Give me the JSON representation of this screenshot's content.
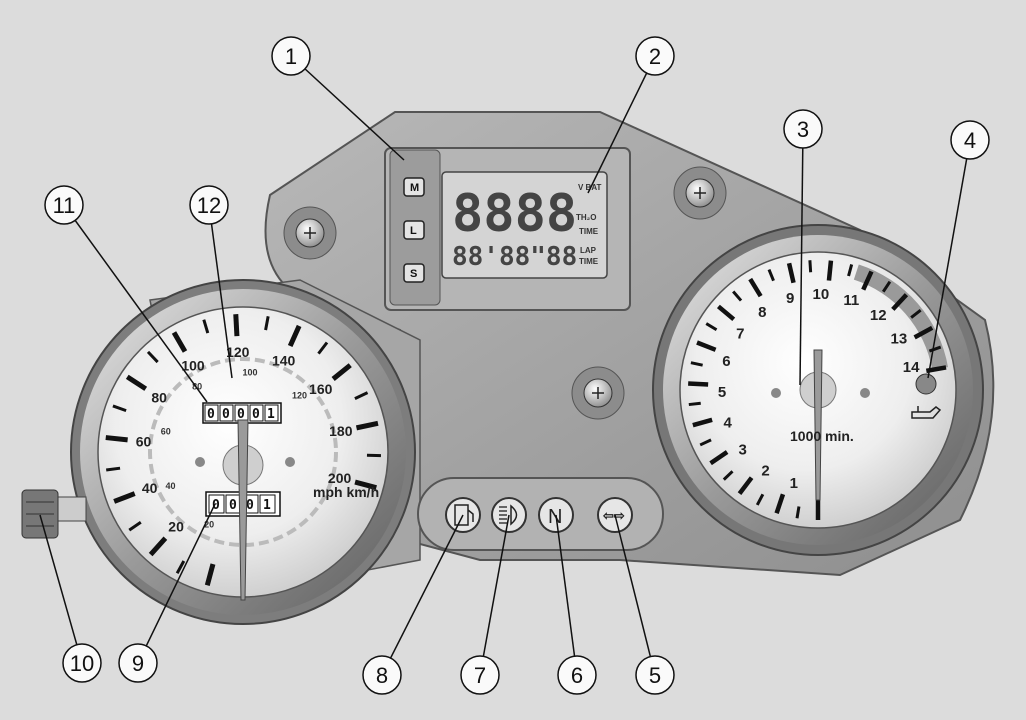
{
  "callouts": [
    "1",
    "2",
    "3",
    "4",
    "5",
    "6",
    "7",
    "8",
    "9",
    "10",
    "11",
    "12"
  ],
  "lcd": {
    "main_digits": "8888",
    "lap_digits": "88'88\"88",
    "labels": [
      "V BAT",
      "TH₂O",
      "TIME",
      "LAP",
      "TIME"
    ],
    "buttons": [
      "M",
      "L",
      "S"
    ]
  },
  "speedometer": {
    "outer_labels": [
      "20",
      "40",
      "60",
      "80",
      "100",
      "120",
      "140",
      "160",
      "180",
      "200"
    ],
    "inner_labels": [
      "20",
      "40",
      "60",
      "80",
      "100",
      "120"
    ],
    "unit": "mph km/h",
    "odometer": [
      "0",
      "0",
      "0",
      "0",
      "1"
    ],
    "tripmeter": [
      "0",
      "0",
      "0",
      "1"
    ]
  },
  "tachometer": {
    "labels": [
      "1",
      "2",
      "3",
      "4",
      "5",
      "6",
      "7",
      "8",
      "9",
      "10",
      "11",
      "12",
      "13",
      "14"
    ],
    "unit": "1000 min."
  },
  "indicators": [
    "fuel-reserve-icon",
    "headlight-high-beam-icon",
    "neutral-icon",
    "turn-signal-icon"
  ],
  "indicator_glyphs": {
    "neutral": "N",
    "turn": "⇦⇨"
  }
}
